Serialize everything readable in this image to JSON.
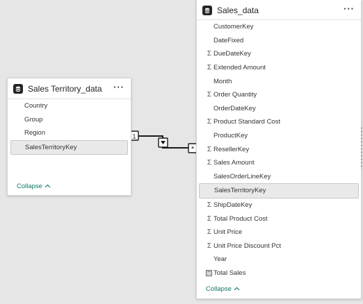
{
  "tables": {
    "sales_territory": {
      "title": "Sales Territory_data",
      "more_label": "···",
      "fields": [
        {
          "name": "Country",
          "type": "text"
        },
        {
          "name": "Group",
          "type": "text"
        },
        {
          "name": "Region",
          "type": "text"
        },
        {
          "name": "SalesTerritoryKey",
          "type": "text",
          "selected": true
        }
      ],
      "collapse_label": "Collapse",
      "collapse_icon": "chevron-up-icon"
    },
    "sales": {
      "title": "Sales_data",
      "more_label": "···",
      "fields": [
        {
          "name": "CustomerKey",
          "type": "text"
        },
        {
          "name": "DateFixed",
          "type": "text"
        },
        {
          "name": "DueDateKey",
          "type": "sum"
        },
        {
          "name": "Extended Amount",
          "type": "sum"
        },
        {
          "name": "Month",
          "type": "text"
        },
        {
          "name": "Order Quantity",
          "type": "sum"
        },
        {
          "name": "OrderDateKey",
          "type": "text"
        },
        {
          "name": "Product Standard Cost",
          "type": "sum"
        },
        {
          "name": "ProductKey",
          "type": "text"
        },
        {
          "name": "ResellerKey",
          "type": "sum"
        },
        {
          "name": "Sales Amount",
          "type": "sum"
        },
        {
          "name": "SalesOrderLineKey",
          "type": "text"
        },
        {
          "name": "SalesTerritoryKey",
          "type": "text",
          "selected": true
        },
        {
          "name": "ShipDateKey",
          "type": "sum"
        },
        {
          "name": "Total Product Cost",
          "type": "sum"
        },
        {
          "name": "Unit Price",
          "type": "sum"
        },
        {
          "name": "Unit Price Discount Pct",
          "type": "sum"
        },
        {
          "name": "Year",
          "type": "text"
        },
        {
          "name": "Total Sales",
          "type": "measure"
        }
      ],
      "collapse_label": "Collapse",
      "collapse_icon": "chevron-up-icon"
    }
  },
  "relationship": {
    "from_cardinality": "1",
    "to_cardinality": "*",
    "filter_direction_icon": "filter-arrow-down-icon"
  },
  "icons": {
    "sum": "Σ",
    "table": "table-icon",
    "measure": "calculator-icon"
  },
  "colors": {
    "canvas": "#e6e6e6",
    "accent": "#117865",
    "selected_row": "#e9e9e9"
  }
}
